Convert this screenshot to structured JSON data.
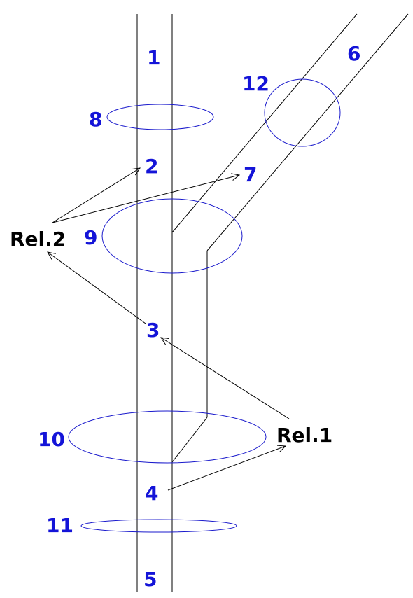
{
  "colors": {
    "background": "#ffffff",
    "structure_lines": "#000000",
    "ellipses": "#1a1acc",
    "number_labels": "#1414d8",
    "relation_labels": "#000000",
    "arrows": "#000000"
  },
  "labels": {
    "n1": "1",
    "n2": "2",
    "n3": "3",
    "n4": "4",
    "n5": "5",
    "n6": "6",
    "n7": "7",
    "n8": "8",
    "n9": "9",
    "n10": "10",
    "n11": "11",
    "n12": "12",
    "rel1": "Rel.1",
    "rel2": "Rel.2"
  }
}
